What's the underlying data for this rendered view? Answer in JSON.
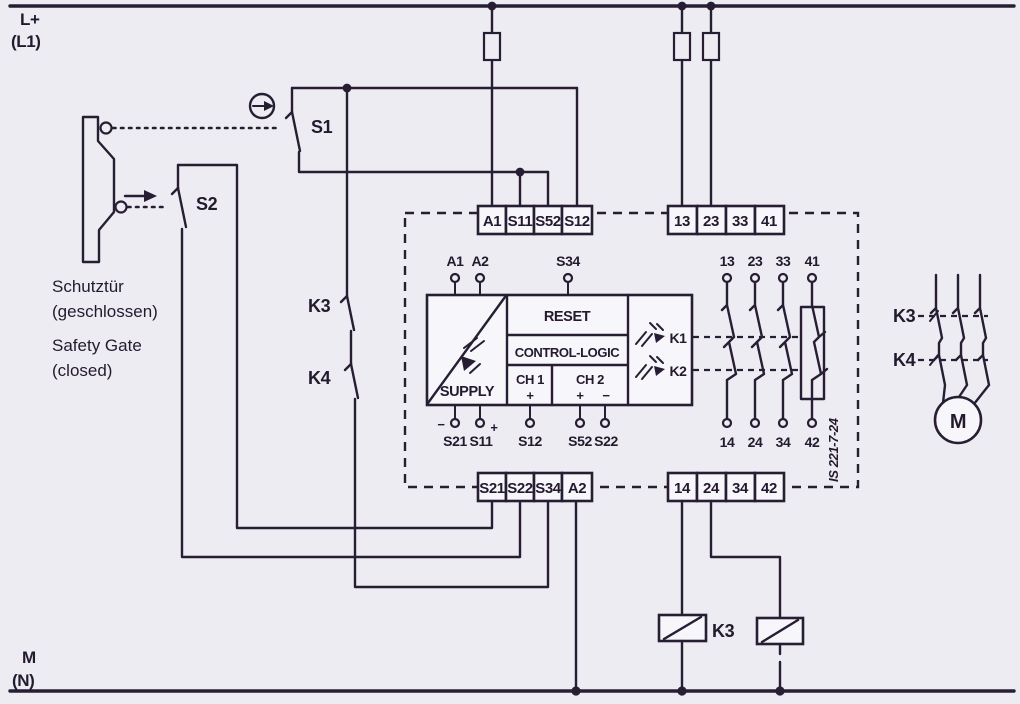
{
  "diagram": {
    "power": {
      "top_rail_label": "L+",
      "top_rail_sub": "(L1)",
      "bottom_rail_label": "M",
      "bottom_rail_sub": "(N)"
    },
    "gate": {
      "title_de": "Schutztür",
      "state_de": "(geschlossen)",
      "title_en": "Safety Gate",
      "state_en": "(closed)"
    },
    "icons": {
      "s1_actuator": "circled-right-arrow",
      "s2_actuator": "right-arrow"
    },
    "switches": {
      "s1": "S1",
      "s2": "S2",
      "k3_feedback": "K3",
      "k4_feedback": "K4"
    },
    "terminals": {
      "top_left": [
        "A1",
        "S11",
        "S52",
        "S12"
      ],
      "top_right": [
        "13",
        "23",
        "33",
        "41"
      ],
      "bottom_left": [
        "S21",
        "S22",
        "S34",
        "A2"
      ],
      "bottom_right": [
        "14",
        "24",
        "34",
        "42"
      ]
    },
    "module": {
      "pins_top": [
        "A1",
        "A2",
        "S34"
      ],
      "blocks": {
        "supply": "SUPPLY",
        "reset": "RESET",
        "logic": "CONTROL-LOGIC",
        "ch1": "CH 1",
        "ch2": "CH 2"
      },
      "polarity": {
        "s21_minus": "−",
        "s11_plus": "+",
        "ch1_plus": "+",
        "ch2_plus": "+",
        "ch2_minus": "−"
      },
      "pins_bottom": [
        "S21",
        "S11",
        "S12",
        "S52",
        "S22"
      ],
      "relays": [
        "K1",
        "K2"
      ],
      "contact_top": [
        "13",
        "23",
        "33",
        "41"
      ],
      "contact_bottom": [
        "14",
        "24",
        "34",
        "42"
      ],
      "part_number": "IS 221-7-24"
    },
    "output": {
      "coil1": "K3"
    },
    "motor": {
      "k3": "K3",
      "k4": "K4",
      "m": "M"
    }
  },
  "colors": {
    "line": "#271e33",
    "background": "#edecf2",
    "terminal_fill": "#f7f6fa"
  }
}
